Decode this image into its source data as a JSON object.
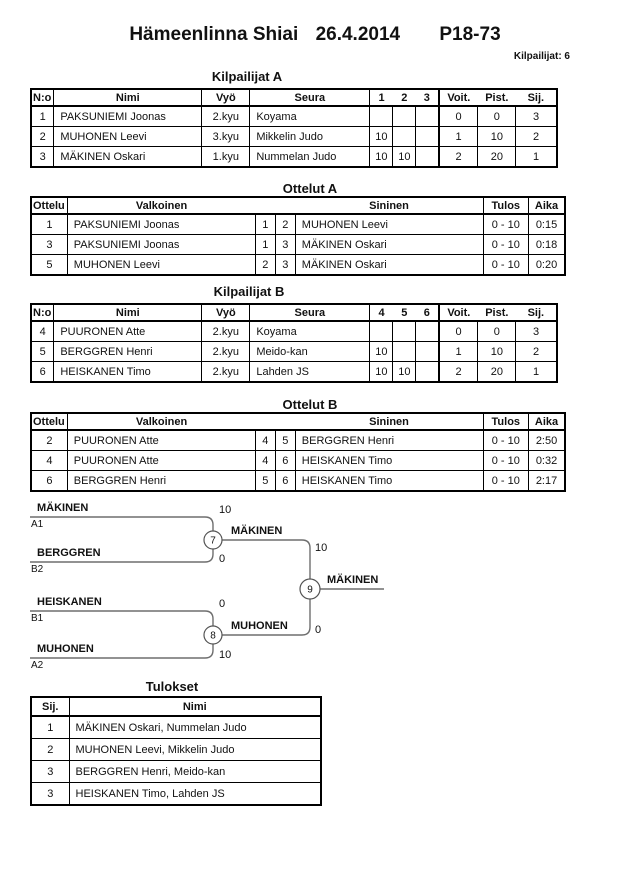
{
  "header": {
    "title": "Hämeenlinna Shiai",
    "date": "26.4.2014",
    "category": "P18-73",
    "competitors_label": "Kilpailijat: 6"
  },
  "kilpailijat_a": {
    "title": "Kilpailijat A",
    "headers": {
      "no": "N:o",
      "nimi": "Nimi",
      "vyo": "Vyö",
      "seura": "Seura",
      "c1": "1",
      "c2": "2",
      "c3": "3",
      "voit": "Voit.",
      "pist": "Pist.",
      "sij": "Sij."
    },
    "rows": [
      {
        "no": "1",
        "nimi": "PAKSUNIEMI Joonas",
        "vyo": "2.kyu",
        "seura": "Koyama",
        "c1": "",
        "c2": "",
        "c3": "",
        "voit": "0",
        "pist": "0",
        "sij": "3"
      },
      {
        "no": "2",
        "nimi": "MUHONEN Leevi",
        "vyo": "3.kyu",
        "seura": "Mikkelin Judo",
        "c1": "10",
        "c2": "",
        "c3": "",
        "voit": "1",
        "pist": "10",
        "sij": "2"
      },
      {
        "no": "3",
        "nimi": "MÄKINEN Oskari",
        "vyo": "1.kyu",
        "seura": "Nummelan Judo",
        "c1": "10",
        "c2": "10",
        "c3": "",
        "voit": "2",
        "pist": "20",
        "sij": "1"
      }
    ]
  },
  "ottelut_a": {
    "title": "Ottelut A",
    "headers": {
      "ottelu": "Ottelu",
      "valkoinen": "Valkoinen",
      "sininen": "Sininen",
      "tulos": "Tulos",
      "aika": "Aika"
    },
    "rows": [
      {
        "ottelu": "1",
        "valkoinen": "PAKSUNIEMI Joonas",
        "wno": "1",
        "bno": "2",
        "sininen": "MUHONEN Leevi",
        "tulos": "0 - 10",
        "aika": "0:15"
      },
      {
        "ottelu": "3",
        "valkoinen": "PAKSUNIEMI Joonas",
        "wno": "1",
        "bno": "3",
        "sininen": "MÄKINEN Oskari",
        "tulos": "0 - 10",
        "aika": "0:18"
      },
      {
        "ottelu": "5",
        "valkoinen": "MUHONEN Leevi",
        "wno": "2",
        "bno": "3",
        "sininen": "MÄKINEN Oskari",
        "tulos": "0 - 10",
        "aika": "0:20"
      }
    ]
  },
  "kilpailijat_b": {
    "title": "Kilpailijat B",
    "headers": {
      "no": "N:o",
      "nimi": "Nimi",
      "vyo": "Vyö",
      "seura": "Seura",
      "c1": "4",
      "c2": "5",
      "c3": "6",
      "voit": "Voit.",
      "pist": "Pist.",
      "sij": "Sij."
    },
    "rows": [
      {
        "no": "4",
        "nimi": "PUURONEN Atte",
        "vyo": "2.kyu",
        "seura": "Koyama",
        "c1": "",
        "c2": "",
        "c3": "",
        "voit": "0",
        "pist": "0",
        "sij": "3"
      },
      {
        "no": "5",
        "nimi": "BERGGREN Henri",
        "vyo": "2.kyu",
        "seura": "Meido-kan",
        "c1": "10",
        "c2": "",
        "c3": "",
        "voit": "1",
        "pist": "10",
        "sij": "2"
      },
      {
        "no": "6",
        "nimi": "HEISKANEN Timo",
        "vyo": "2.kyu",
        "seura": "Lahden JS",
        "c1": "10",
        "c2": "10",
        "c3": "",
        "voit": "2",
        "pist": "20",
        "sij": "1"
      }
    ]
  },
  "ottelut_b": {
    "title": "Ottelut B",
    "headers": {
      "ottelu": "Ottelu",
      "valkoinen": "Valkoinen",
      "sininen": "Sininen",
      "tulos": "Tulos",
      "aika": "Aika"
    },
    "rows": [
      {
        "ottelu": "2",
        "valkoinen": "PUURONEN Atte",
        "wno": "4",
        "bno": "5",
        "sininen": "BERGGREN Henri",
        "tulos": "0 - 10",
        "aika": "2:50"
      },
      {
        "ottelu": "4",
        "valkoinen": "PUURONEN Atte",
        "wno": "4",
        "bno": "6",
        "sininen": "HEISKANEN Timo",
        "tulos": "0 - 10",
        "aika": "0:32"
      },
      {
        "ottelu": "6",
        "valkoinen": "BERGGREN Henri",
        "wno": "5",
        "bno": "6",
        "sininen": "HEISKANEN Timo",
        "tulos": "0 - 10",
        "aika": "2:17"
      }
    ]
  },
  "bracket": {
    "entries": [
      {
        "name": "MÄKINEN",
        "seed": "A1",
        "score": "10"
      },
      {
        "name": "BERGGREN",
        "seed": "B2",
        "score": "0"
      },
      {
        "name": "HEISKANEN",
        "seed": "B1",
        "score": "0"
      },
      {
        "name": "MUHONEN",
        "seed": "A2",
        "score": "10"
      }
    ],
    "semifinals": [
      {
        "node": "7",
        "winner": "MÄKINEN",
        "score": "10"
      },
      {
        "node": "8",
        "winner": "MUHONEN",
        "score": "0"
      }
    ],
    "final": {
      "node": "9",
      "winner": "MÄKINEN"
    }
  },
  "tulokset": {
    "title": "Tulokset",
    "headers": {
      "sij": "Sij.",
      "nimi": "Nimi"
    },
    "rows": [
      {
        "sij": "1",
        "nimi": "MÄKINEN Oskari, Nummelan Judo"
      },
      {
        "sij": "2",
        "nimi": "MUHONEN Leevi, Mikkelin Judo"
      },
      {
        "sij": "3",
        "nimi": "BERGGREN Henri, Meido-kan"
      },
      {
        "sij": "3",
        "nimi": "HEISKANEN Timo, Lahden JS"
      }
    ]
  },
  "colors": {
    "text": "#111111",
    "table_border": "#000000",
    "bracket_line": "#6e6e6e",
    "background": "#ffffff"
  }
}
